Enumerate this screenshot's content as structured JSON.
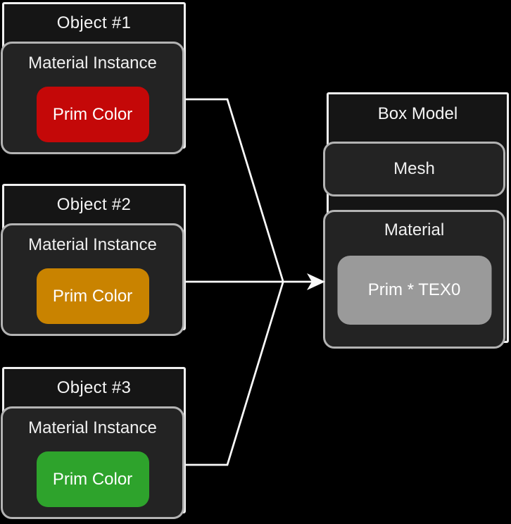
{
  "diagram": {
    "background": "#000000",
    "connector_color": "#fafafa",
    "outer_box_fill": "#151515",
    "outer_border_color": "#f0f0f0",
    "inner_box_fill": "#232323",
    "inner_border_color": "#b3b3b3",
    "connections": {
      "sources": [
        "Object #1",
        "Object #2",
        "Object #3"
      ],
      "target": "Box Model / Material"
    }
  },
  "objects": [
    {
      "title": "Object #1",
      "subtitle": "Material Instance",
      "node_label": "Prim Color",
      "node_color": "#c40808"
    },
    {
      "title": "Object #2",
      "subtitle": "Material Instance",
      "node_label": "Prim Color",
      "node_color": "#c98300"
    },
    {
      "title": "Object #3",
      "subtitle": "Material Instance",
      "node_label": "Prim Color",
      "node_color": "#2ea32c"
    }
  ],
  "box_model": {
    "title": "Box Model",
    "mesh_label": "Mesh",
    "material_title": "Material",
    "material_node_label": "Prim * TEX0",
    "material_node_color": "#9a9a9a"
  }
}
